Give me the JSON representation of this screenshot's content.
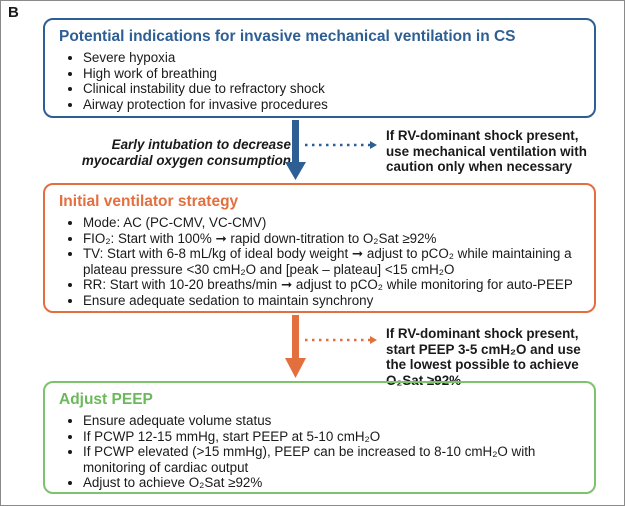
{
  "panel_label": "B",
  "box1": {
    "title": "Potential indications for invasive mechanical ventilation in CS",
    "items": [
      "Severe hypoxia",
      "High work of breathing",
      "Clinical instability due to refractory shock",
      "Airway protection for invasive procedures"
    ],
    "color": "#2e5f94"
  },
  "arrow1_note": "Early intubation to decrease myocardial oxygen consumption",
  "side_note_1": "If RV-dominant shock present, use mechanical ventilation with caution only when necessary",
  "box2": {
    "title": "Initial ventilator strategy",
    "items": [
      "Mode: AC (PC-CMV, VC-CMV)",
      "FIO₂: Start with 100% ➞ rapid down-titration to O₂Sat ≥92%",
      "TV: Start with 6-8 mL/kg of ideal body weight ➞ adjust to pCO₂ while maintaining a plateau pressure <30 cmH₂O and [peak – plateau] <15 cmH₂O",
      "RR: Start with 10-20 breaths/min ➞ adjust to pCO₂ while monitoring for auto-PEEP",
      "Ensure adequate sedation to maintain synchrony"
    ],
    "color": "#e46f3e"
  },
  "side_note_2": "If RV-dominant shock present, start PEEP 3-5 cmH₂O and use the lowest possible to achieve O₂Sat ≥92%",
  "box3": {
    "title": "Adjust PEEP",
    "items": [
      "Ensure adequate volume status",
      "If PCWP 12-15 mmHg, start PEEP at 5-10 cmH₂O",
      "If PCWP elevated (>15 mmHg), PEEP can be increased to 8-10 cmH₂O with monitoring of cardiac output",
      "Adjust to achieve O₂Sat ≥92%"
    ],
    "color": "#7dc36e"
  }
}
